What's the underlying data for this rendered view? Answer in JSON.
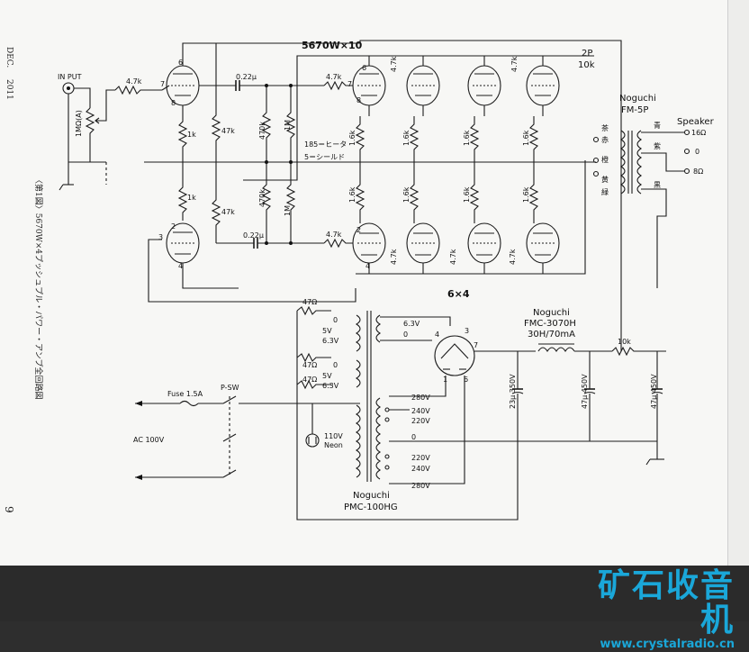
{
  "side": {
    "month": "DEC.",
    "year": "2011",
    "caption": "〈第1図〉5670W×4プッシュプル・パワー・アンプ全回路図",
    "page_number": "9"
  },
  "labels": {
    "title": "5670W×10",
    "input": "IN PUT",
    "vol": "1MΩ(A)",
    "r_in": "4.7k",
    "c1": "0.22μ",
    "c2": "0.22μ",
    "r1k_a": "1k",
    "r1k_b": "1k",
    "r47k_a": "47k",
    "r47k_b": "47k",
    "r470k_a": "470k",
    "r470k_b": "470k",
    "r1m_a": "1M",
    "r1m_b": "1M",
    "r_grid_a": "4.7k",
    "r_grid_b": "4.7k",
    "heater_note1": "185＝ヒータ",
    "heater_note2": "5＝シールド",
    "r16": "1.6k",
    "r47": "4.7k",
    "count": "6×4",
    "out_2p": "2P",
    "out_10k": "10k",
    "out_brand": "Noguchi",
    "out_model": "FM-5P",
    "speaker": "Speaker",
    "sp16": "16Ω",
    "sp0": "0",
    "sp8": "8Ω",
    "col_chat": "茶",
    "col_aka": "赤",
    "col_dai": "橙",
    "col_ki": "黄",
    "col_midori": "緑",
    "col_ao": "青",
    "col_murasaki": "紫",
    "col_kuro": "黒",
    "r47ohm": "47Ω",
    "v0": "0",
    "v5": "5V",
    "v63": "6.3V",
    "v63top": "6.3V",
    "v0top": "0",
    "choke_brand": "Noguchi",
    "choke_model": "FMC-3070H",
    "choke_spec": "30H/70mA",
    "r10k": "10k",
    "cap1": "23μ 350V",
    "cap2": "47μ 450V",
    "cap3": "47μ 450V",
    "fuse": "Fuse 1.5A",
    "psw": "P-SW",
    "ac": "AC 100V",
    "neon1": "110V",
    "neon2": "Neon",
    "t280a": "280V",
    "t240a": "240V",
    "t220a": "220V",
    "t0": "0",
    "t220b": "220V",
    "t240b": "240V",
    "t280b": "280V",
    "pt_brand": "Noguchi",
    "pt_model": "PMC-100HG",
    "p6": "6",
    "p7": "7",
    "p8": "8",
    "p1": "1",
    "p2": "2",
    "p3": "3",
    "p4": "4",
    "p5": "5"
  },
  "logo": {
    "name": "矿石收音机",
    "url": "www.crystalradio.cn"
  }
}
